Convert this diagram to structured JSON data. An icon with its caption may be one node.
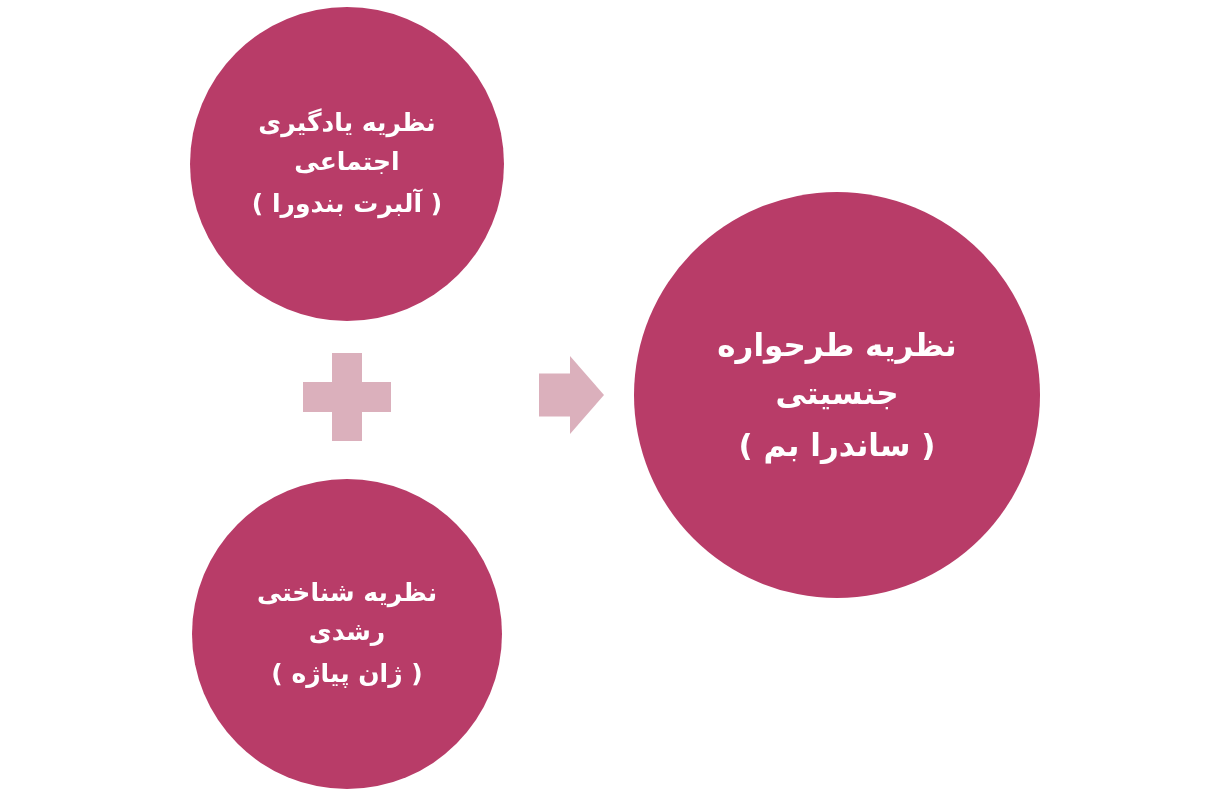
{
  "diagram": {
    "nodes": [
      {
        "text": [
          "نظریه یادگیری اجتماعی",
          "( آلبرت بندورا )"
        ]
      },
      {
        "text": [
          "نظریه شناختی رشدی",
          "( ژان پیاژه )"
        ]
      },
      {
        "text": [
          "نظریه طرحواره جنسیتی",
          "( ساندرا بم )"
        ]
      }
    ],
    "edges": [
      {
        "from": null,
        "to": 2,
        "arrow": "to"
      }
    ]
  }
}
